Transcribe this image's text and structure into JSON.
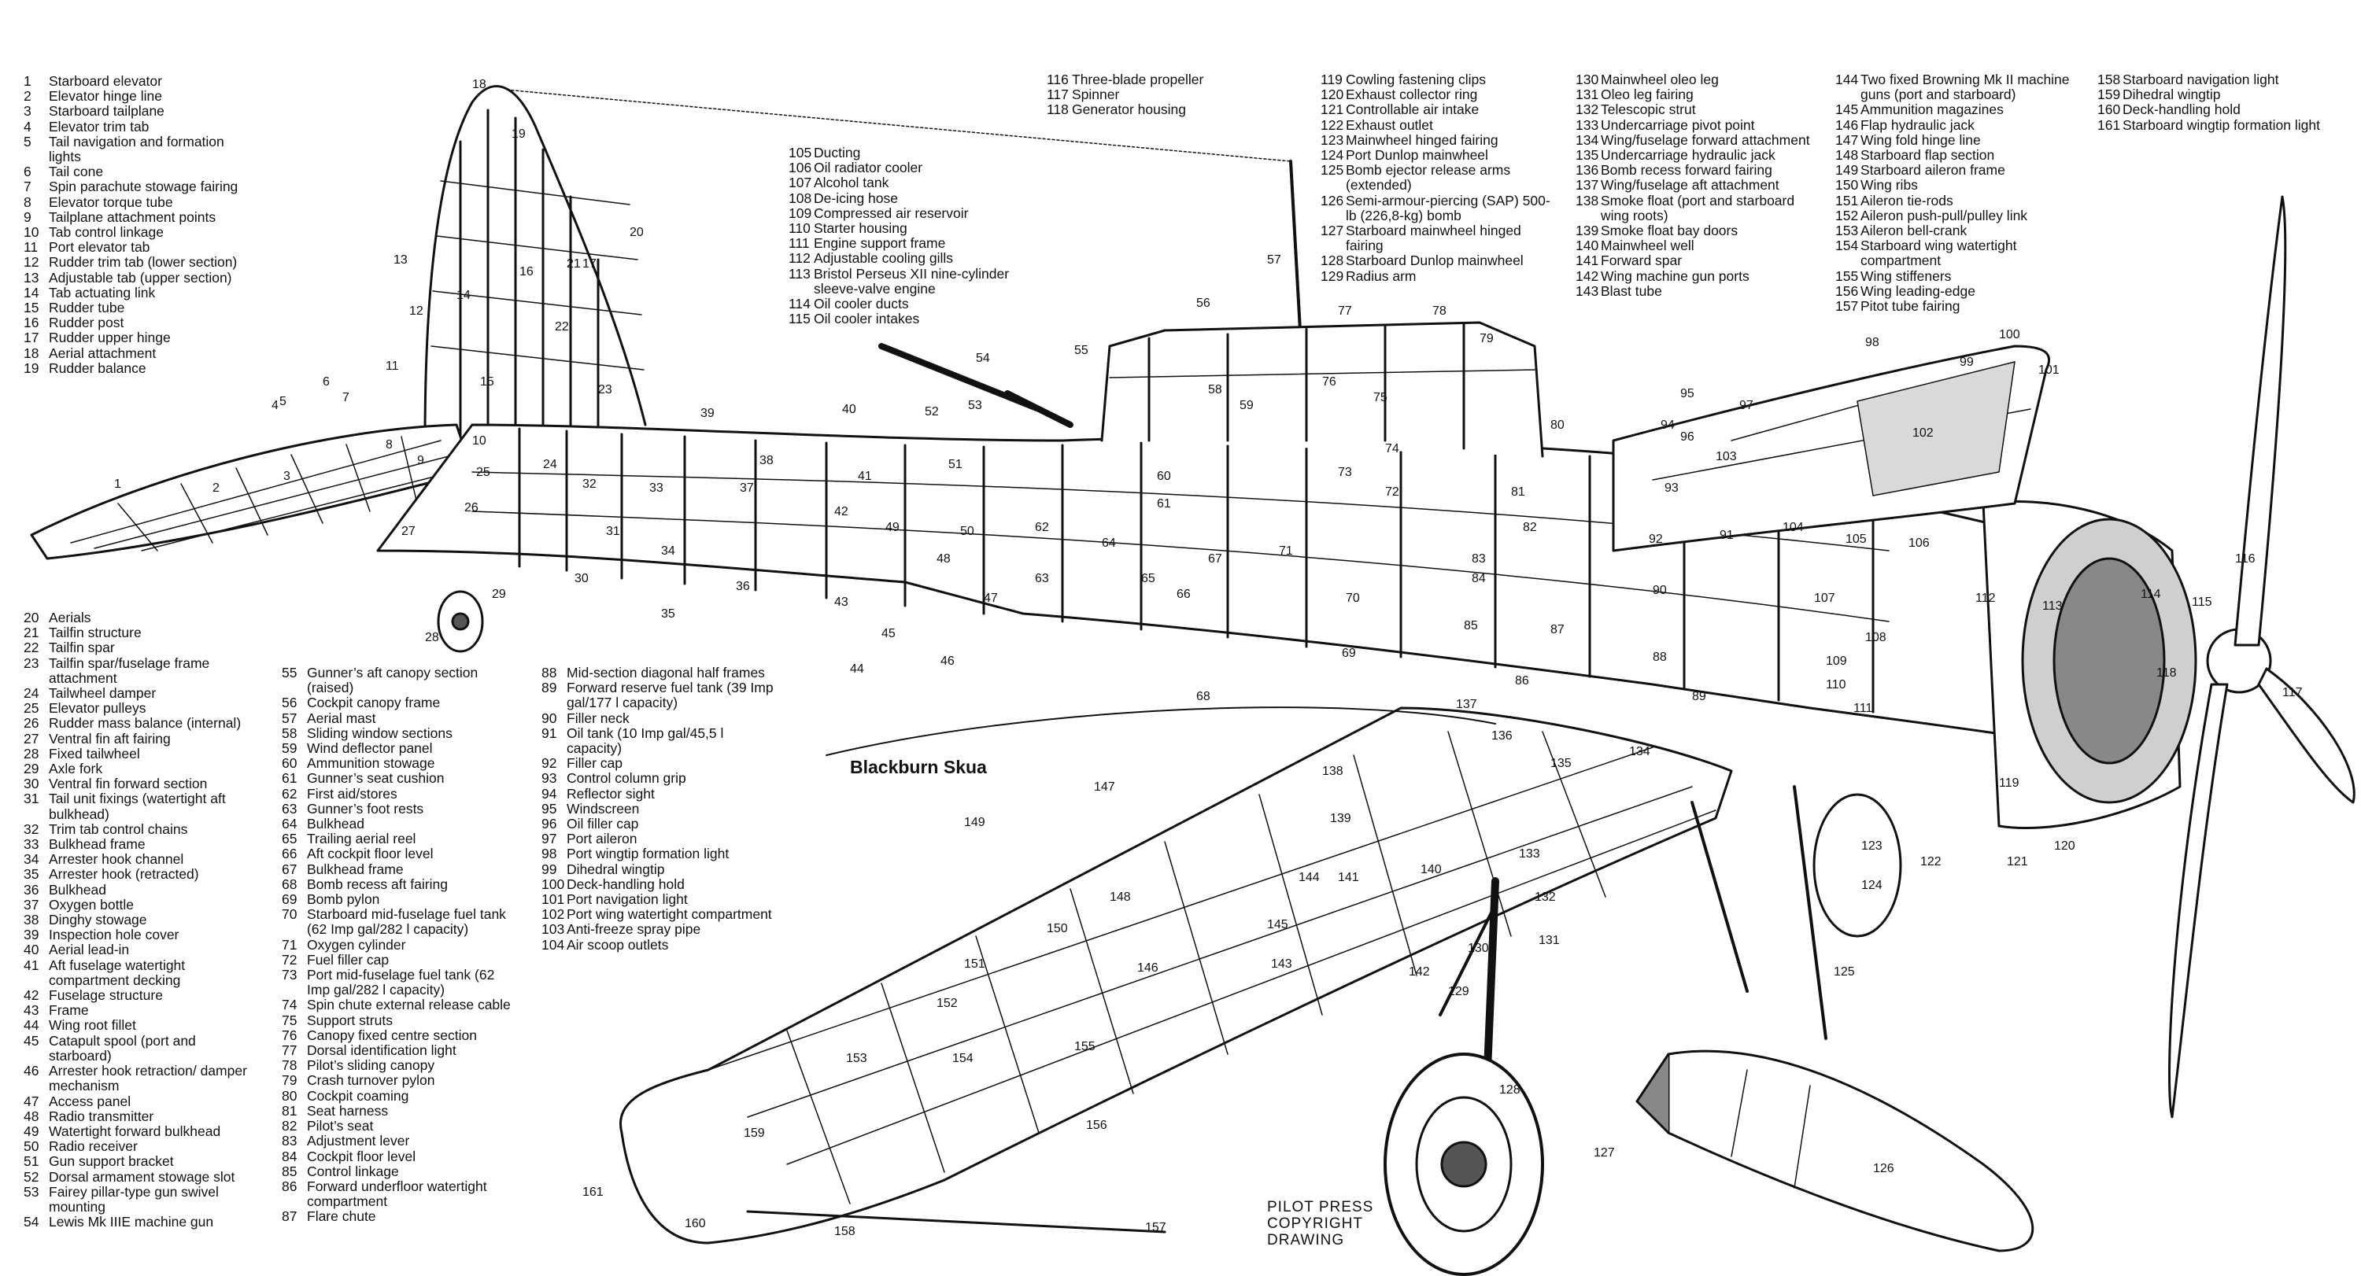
{
  "title": "Blackburn Skua",
  "copyright": [
    "PILOT PRESS",
    "COPYRIGHT",
    "DRAWING"
  ],
  "legend_columns": [
    [
      {
        "n": "1",
        "t": "Starboard elevator"
      },
      {
        "n": "2",
        "t": "Elevator hinge line"
      },
      {
        "n": "3",
        "t": "Starboard tailplane"
      },
      {
        "n": "4",
        "t": "Elevator trim tab"
      },
      {
        "n": "5",
        "t": "Tail navigation and formation lights"
      },
      {
        "n": "6",
        "t": "Tail cone"
      },
      {
        "n": "7",
        "t": "Spin parachute stowage fairing"
      },
      {
        "n": "8",
        "t": "Elevator torque tube"
      },
      {
        "n": "9",
        "t": "Tailplane attachment points"
      },
      {
        "n": "10",
        "t": "Tab control linkage"
      },
      {
        "n": "11",
        "t": "Port elevator tab"
      },
      {
        "n": "12",
        "t": "Rudder trim tab (lower section)"
      },
      {
        "n": "13",
        "t": "Adjustable tab (upper section)"
      },
      {
        "n": "14",
        "t": "Tab actuating link"
      },
      {
        "n": "15",
        "t": "Rudder tube"
      },
      {
        "n": "16",
        "t": "Rudder post"
      },
      {
        "n": "17",
        "t": "Rudder upper hinge"
      },
      {
        "n": "18",
        "t": "Aerial attachment"
      },
      {
        "n": "19",
        "t": "Rudder balance"
      }
    ],
    [
      {
        "n": "20",
        "t": "Aerials"
      },
      {
        "n": "21",
        "t": "Tailfin structure"
      },
      {
        "n": "22",
        "t": "Tailfin spar"
      },
      {
        "n": "23",
        "t": "Tailfin spar/fuselage frame attachment"
      },
      {
        "n": "24",
        "t": "Tailwheel damper"
      },
      {
        "n": "25",
        "t": "Elevator pulleys"
      },
      {
        "n": "26",
        "t": "Rudder mass balance (internal)"
      },
      {
        "n": "27",
        "t": "Ventral fin aft fairing"
      },
      {
        "n": "28",
        "t": "Fixed tailwheel"
      },
      {
        "n": "29",
        "t": "Axle fork"
      },
      {
        "n": "30",
        "t": "Ventral fin forward section"
      },
      {
        "n": "31",
        "t": "Tail unit fixings (watertight aft bulkhead)"
      },
      {
        "n": "32",
        "t": "Trim tab control chains"
      },
      {
        "n": "33",
        "t": "Bulkhead frame"
      },
      {
        "n": "34",
        "t": "Arrester hook channel"
      },
      {
        "n": "35",
        "t": "Arrester hook (retracted)"
      },
      {
        "n": "36",
        "t": "Bulkhead"
      },
      {
        "n": "37",
        "t": "Oxygen bottle"
      },
      {
        "n": "38",
        "t": "Dinghy stowage"
      },
      {
        "n": "39",
        "t": "Inspection hole cover"
      },
      {
        "n": "40",
        "t": "Aerial lead-in"
      },
      {
        "n": "41",
        "t": "Aft fuselage watertight compartment decking"
      },
      {
        "n": "42",
        "t": "Fuselage structure"
      },
      {
        "n": "43",
        "t": "Frame"
      },
      {
        "n": "44",
        "t": "Wing root fillet"
      },
      {
        "n": "45",
        "t": "Catapult spool (port and starboard)"
      },
      {
        "n": "46",
        "t": "Arrester hook retraction/ damper mechanism"
      },
      {
        "n": "47",
        "t": "Access panel"
      },
      {
        "n": "48",
        "t": "Radio transmitter"
      },
      {
        "n": "49",
        "t": "Watertight forward bulkhead"
      },
      {
        "n": "50",
        "t": "Radio receiver"
      },
      {
        "n": "51",
        "t": "Gun support bracket"
      },
      {
        "n": "52",
        "t": "Dorsal armament stowage slot"
      },
      {
        "n": "53",
        "t": "Fairey pillar-type gun swivel mounting"
      },
      {
        "n": "54",
        "t": "Lewis Mk IIIE machine gun"
      }
    ],
    [
      {
        "n": "55",
        "t": "Gunner’s aft canopy section (raised)"
      },
      {
        "n": "56",
        "t": "Cockpit canopy frame"
      },
      {
        "n": "57",
        "t": "Aerial mast"
      },
      {
        "n": "58",
        "t": "Sliding window sections"
      },
      {
        "n": "59",
        "t": "Wind deflector panel"
      },
      {
        "n": "60",
        "t": "Ammunition stowage"
      },
      {
        "n": "61",
        "t": "Gunner’s seat cushion"
      },
      {
        "n": "62",
        "t": "First aid/stores"
      },
      {
        "n": "63",
        "t": "Gunner’s foot rests"
      },
      {
        "n": "64",
        "t": "Bulkhead"
      },
      {
        "n": "65",
        "t": "Trailing aerial reel"
      },
      {
        "n": "66",
        "t": "Aft cockpit floor level"
      },
      {
        "n": "67",
        "t": "Bulkhead frame"
      },
      {
        "n": "68",
        "t": "Bomb recess aft fairing"
      },
      {
        "n": "69",
        "t": "Bomb pylon"
      },
      {
        "n": "70",
        "t": "Starboard mid-fuselage fuel tank (62 Imp gal/282 l capacity)"
      },
      {
        "n": "71",
        "t": "Oxygen cylinder"
      },
      {
        "n": "72",
        "t": "Fuel filler cap"
      },
      {
        "n": "73",
        "t": "Port mid-fuselage fuel tank (62 Imp gal/282 l capacity)"
      },
      {
        "n": "74",
        "t": "Spin chute external release cable"
      },
      {
        "n": "75",
        "t": "Support struts"
      },
      {
        "n": "76",
        "t": "Canopy fixed centre section"
      },
      {
        "n": "77",
        "t": "Dorsal identification light"
      },
      {
        "n": "78",
        "t": "Pilot’s sliding canopy"
      },
      {
        "n": "79",
        "t": "Crash turnover pylon"
      },
      {
        "n": "80",
        "t": "Cockpit coaming"
      },
      {
        "n": "81",
        "t": "Seat harness"
      },
      {
        "n": "82",
        "t": "Pilot’s seat"
      },
      {
        "n": "83",
        "t": "Adjustment lever"
      },
      {
        "n": "84",
        "t": "Cockpit floor level"
      },
      {
        "n": "85",
        "t": "Control linkage"
      },
      {
        "n": "86",
        "t": "Forward underfloor watertight compartment"
      },
      {
        "n": "87",
        "t": "Flare chute"
      }
    ],
    [
      {
        "n": "88",
        "t": "Mid-section diagonal half frames"
      },
      {
        "n": "89",
        "t": "Forward reserve fuel tank (39 Imp gal/177 l capacity)"
      },
      {
        "n": "90",
        "t": "Filler neck"
      },
      {
        "n": "91",
        "t": "Oil tank (10 Imp gal/45,5 l capacity)"
      },
      {
        "n": "92",
        "t": "Filler cap"
      },
      {
        "n": "93",
        "t": "Control column grip"
      },
      {
        "n": "94",
        "t": "Reflector sight"
      },
      {
        "n": "95",
        "t": "Windscreen"
      },
      {
        "n": "96",
        "t": "Oil filler cap"
      },
      {
        "n": "97",
        "t": "Port aileron"
      },
      {
        "n": "98",
        "t": "Port wingtip formation light"
      },
      {
        "n": "99",
        "t": "Dihedral wingtip"
      },
      {
        "n": "100",
        "t": "Deck-handling hold"
      },
      {
        "n": "101",
        "t": "Port navigation light"
      },
      {
        "n": "102",
        "t": "Port wing watertight compartment"
      },
      {
        "n": "103",
        "t": "Anti-freeze spray pipe"
      },
      {
        "n": "104",
        "t": "Air scoop outlets"
      }
    ],
    [
      {
        "n": "105",
        "t": "Ducting"
      },
      {
        "n": "106",
        "t": "Oil radiator cooler"
      },
      {
        "n": "107",
        "t": "Alcohol tank"
      },
      {
        "n": "108",
        "t": "De-icing hose"
      },
      {
        "n": "109",
        "t": "Compressed air reservoir"
      },
      {
        "n": "110",
        "t": "Starter housing"
      },
      {
        "n": "111",
        "t": "Engine support frame"
      },
      {
        "n": "112",
        "t": "Adjustable cooling gills"
      },
      {
        "n": "113",
        "t": "Bristol Perseus XII nine-cylinder sleeve-valve engine"
      },
      {
        "n": "114",
        "t": "Oil cooler ducts"
      },
      {
        "n": "115",
        "t": "Oil cooler intakes"
      }
    ],
    [
      {
        "n": "116",
        "t": "Three-blade propeller"
      },
      {
        "n": "117",
        "t": "Spinner"
      },
      {
        "n": "118",
        "t": "Generator housing"
      }
    ],
    [
      {
        "n": "119",
        "t": "Cowling fastening clips"
      },
      {
        "n": "120",
        "t": "Exhaust collector ring"
      },
      {
        "n": "121",
        "t": "Controllable air intake"
      },
      {
        "n": "122",
        "t": "Exhaust outlet"
      },
      {
        "n": "123",
        "t": "Mainwheel hinged fairing"
      },
      {
        "n": "124",
        "t": "Port Dunlop mainwheel"
      },
      {
        "n": "125",
        "t": "Bomb ejector release arms (extended)"
      },
      {
        "n": "126",
        "t": "Semi-armour-piercing (SAP) 500-lb (226,8-kg) bomb"
      },
      {
        "n": "127",
        "t": "Starboard mainwheel hinged fairing"
      },
      {
        "n": "128",
        "t": "Starboard Dunlop mainwheel"
      },
      {
        "n": "129",
        "t": "Radius arm"
      }
    ],
    [
      {
        "n": "130",
        "t": "Mainwheel oleo leg"
      },
      {
        "n": "131",
        "t": "Oleo leg fairing"
      },
      {
        "n": "132",
        "t": "Telescopic strut"
      },
      {
        "n": "133",
        "t": "Undercarriage pivot point"
      },
      {
        "n": "134",
        "t": "Wing/fuselage forward attachment"
      },
      {
        "n": "135",
        "t": "Undercarriage hydraulic jack"
      },
      {
        "n": "136",
        "t": "Bomb recess forward fairing"
      },
      {
        "n": "137",
        "t": "Wing/fuselage aft attachment"
      },
      {
        "n": "138",
        "t": "Smoke float (port and starboard wing roots)"
      },
      {
        "n": "139",
        "t": "Smoke float bay doors"
      },
      {
        "n": "140",
        "t": "Mainwheel well"
      },
      {
        "n": "141",
        "t": "Forward spar"
      },
      {
        "n": "142",
        "t": "Wing machine gun ports"
      },
      {
        "n": "143",
        "t": "Blast tube"
      }
    ],
    [
      {
        "n": "144",
        "t": "Two fixed Browning Mk II machine guns (port and starboard)"
      },
      {
        "n": "145",
        "t": "Ammunition magazines"
      },
      {
        "n": "146",
        "t": "Flap hydraulic jack"
      },
      {
        "n": "147",
        "t": "Wing fold hinge line"
      },
      {
        "n": "148",
        "t": "Starboard flap section"
      },
      {
        "n": "149",
        "t": "Starboard aileron frame"
      },
      {
        "n": "150",
        "t": "Wing ribs"
      },
      {
        "n": "151",
        "t": "Aileron tie-rods"
      },
      {
        "n": "152",
        "t": "Aileron push-pull/pulley link"
      },
      {
        "n": "153",
        "t": "Aileron bell-crank"
      },
      {
        "n": "154",
        "t": "Starboard wing watertight compartment"
      },
      {
        "n": "155",
        "t": "Wing stiffeners"
      },
      {
        "n": "156",
        "t": "Wing leading-edge"
      },
      {
        "n": "157",
        "t": "Pitot tube fairing"
      }
    ],
    [
      {
        "n": "158",
        "t": "Starboard navigation light"
      },
      {
        "n": "159",
        "t": "Dihedral wingtip"
      },
      {
        "n": "160",
        "t": "Deck-handling hold"
      },
      {
        "n": "161",
        "t": "Starboard wingtip formation light"
      }
    ]
  ],
  "callouts": [
    {
      "n": "1"
    },
    {
      "n": "2"
    },
    {
      "n": "3"
    },
    {
      "n": "4"
    },
    {
      "n": "5"
    },
    {
      "n": "6"
    },
    {
      "n": "7"
    },
    {
      "n": "8"
    },
    {
      "n": "9"
    },
    {
      "n": "10"
    },
    {
      "n": "11"
    },
    {
      "n": "12"
    },
    {
      "n": "13"
    },
    {
      "n": "14"
    },
    {
      "n": "15"
    },
    {
      "n": "16"
    },
    {
      "n": "17"
    },
    {
      "n": "18"
    },
    {
      "n": "19"
    },
    {
      "n": "20"
    },
    {
      "n": "21"
    },
    {
      "n": "22"
    },
    {
      "n": "23"
    },
    {
      "n": "24"
    },
    {
      "n": "25"
    },
    {
      "n": "26"
    },
    {
      "n": "27"
    },
    {
      "n": "28"
    },
    {
      "n": "29"
    },
    {
      "n": "30"
    },
    {
      "n": "31"
    },
    {
      "n": "32"
    },
    {
      "n": "33"
    },
    {
      "n": "34"
    },
    {
      "n": "35"
    },
    {
      "n": "36"
    },
    {
      "n": "37"
    },
    {
      "n": "38"
    },
    {
      "n": "39"
    },
    {
      "n": "40"
    },
    {
      "n": "41"
    },
    {
      "n": "42"
    },
    {
      "n": "43"
    },
    {
      "n": "44"
    },
    {
      "n": "45"
    },
    {
      "n": "46"
    },
    {
      "n": "47"
    },
    {
      "n": "48"
    },
    {
      "n": "49"
    },
    {
      "n": "50"
    },
    {
      "n": "51"
    },
    {
      "n": "52"
    },
    {
      "n": "53"
    },
    {
      "n": "54"
    },
    {
      "n": "55"
    },
    {
      "n": "56"
    },
    {
      "n": "57"
    },
    {
      "n": "58"
    },
    {
      "n": "59"
    },
    {
      "n": "60"
    },
    {
      "n": "61"
    },
    {
      "n": "62"
    },
    {
      "n": "63"
    },
    {
      "n": "64"
    },
    {
      "n": "65"
    },
    {
      "n": "66"
    },
    {
      "n": "67"
    },
    {
      "n": "68"
    },
    {
      "n": "69"
    },
    {
      "n": "70"
    },
    {
      "n": "71"
    },
    {
      "n": "72"
    },
    {
      "n": "73"
    },
    {
      "n": "74"
    },
    {
      "n": "75"
    },
    {
      "n": "76"
    },
    {
      "n": "77"
    },
    {
      "n": "78"
    },
    {
      "n": "79"
    },
    {
      "n": "80"
    },
    {
      "n": "81"
    },
    {
      "n": "82"
    },
    {
      "n": "83"
    },
    {
      "n": "84"
    },
    {
      "n": "85"
    },
    {
      "n": "86"
    },
    {
      "n": "87"
    },
    {
      "n": "88"
    },
    {
      "n": "89"
    },
    {
      "n": "90"
    },
    {
      "n": "91"
    },
    {
      "n": "92"
    },
    {
      "n": "93"
    },
    {
      "n": "94"
    },
    {
      "n": "95"
    },
    {
      "n": "96"
    },
    {
      "n": "97"
    },
    {
      "n": "98"
    },
    {
      "n": "99"
    },
    {
      "n": "100"
    },
    {
      "n": "101"
    },
    {
      "n": "102"
    },
    {
      "n": "103"
    },
    {
      "n": "104"
    },
    {
      "n": "105"
    },
    {
      "n": "106"
    },
    {
      "n": "107"
    },
    {
      "n": "108"
    },
    {
      "n": "109"
    },
    {
      "n": "110"
    },
    {
      "n": "111"
    },
    {
      "n": "112"
    },
    {
      "n": "113"
    },
    {
      "n": "114"
    },
    {
      "n": "115"
    },
    {
      "n": "116"
    },
    {
      "n": "117"
    },
    {
      "n": "118"
    },
    {
      "n": "119"
    },
    {
      "n": "120"
    },
    {
      "n": "121"
    },
    {
      "n": "122"
    },
    {
      "n": "123"
    },
    {
      "n": "124"
    },
    {
      "n": "125"
    },
    {
      "n": "126"
    },
    {
      "n": "127"
    },
    {
      "n": "128"
    },
    {
      "n": "129"
    },
    {
      "n": "130"
    },
    {
      "n": "131"
    },
    {
      "n": "132"
    },
    {
      "n": "133"
    },
    {
      "n": "134"
    },
    {
      "n": "135"
    },
    {
      "n": "136"
    },
    {
      "n": "137"
    },
    {
      "n": "138"
    },
    {
      "n": "139"
    },
    {
      "n": "140"
    },
    {
      "n": "141"
    },
    {
      "n": "142"
    },
    {
      "n": "143"
    },
    {
      "n": "144"
    },
    {
      "n": "145"
    },
    {
      "n": "146"
    },
    {
      "n": "147"
    },
    {
      "n": "148"
    },
    {
      "n": "149"
    },
    {
      "n": "150"
    },
    {
      "n": "151"
    },
    {
      "n": "152"
    },
    {
      "n": "153"
    },
    {
      "n": "154"
    },
    {
      "n": "155"
    },
    {
      "n": "156"
    },
    {
      "n": "157"
    },
    {
      "n": "158"
    },
    {
      "n": "159"
    },
    {
      "n": "160"
    },
    {
      "n": "161"
    }
  ]
}
